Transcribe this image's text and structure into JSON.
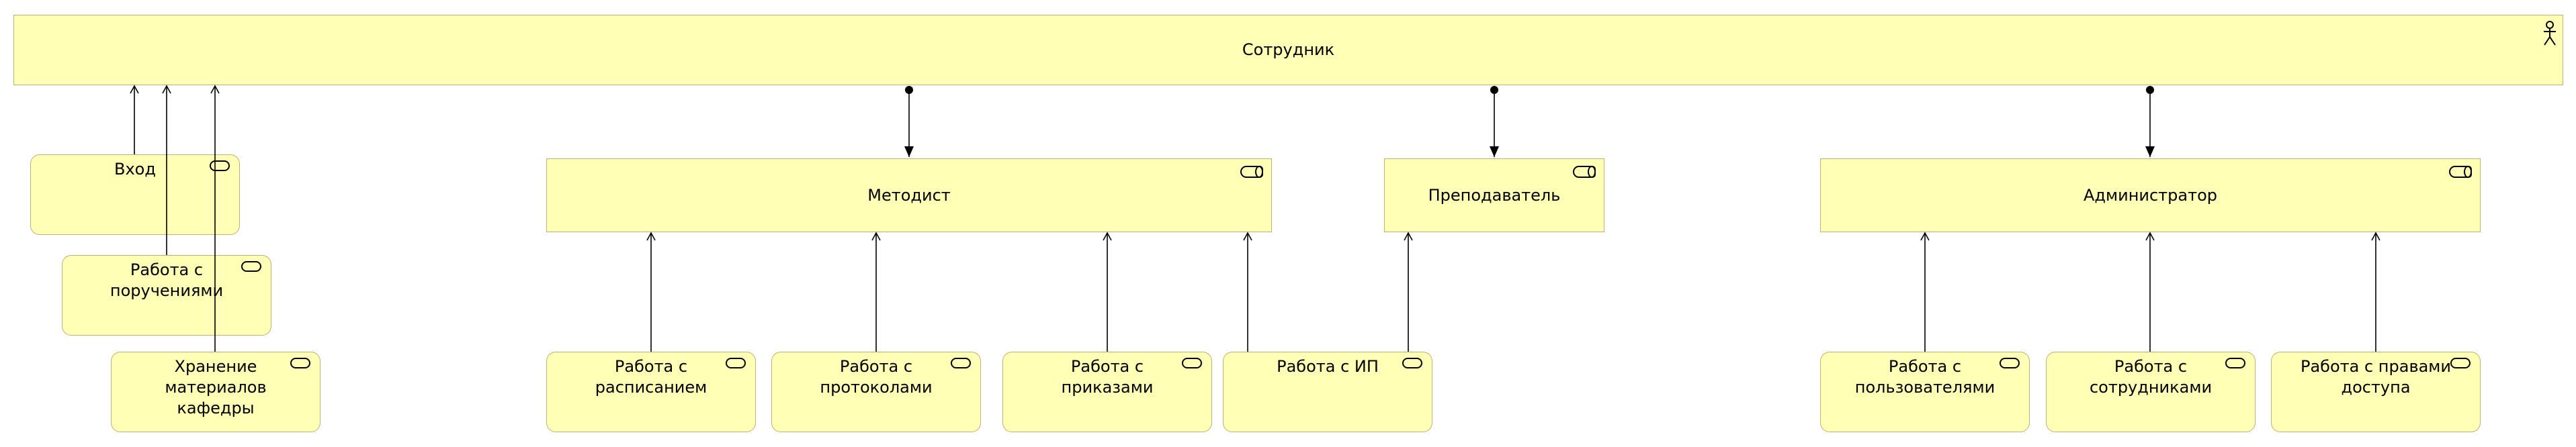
{
  "diagram": {
    "actor": {
      "id": "sotrudnik",
      "label": "Сотрудник",
      "icon": "actor-icon"
    },
    "roles": [
      {
        "id": "metodist",
        "label": "Методист",
        "icon": "role-icon"
      },
      {
        "id": "prepodavatel",
        "label": "Преподаватель",
        "icon": "role-icon"
      },
      {
        "id": "administrator",
        "label": "Администратор",
        "icon": "role-icon"
      }
    ],
    "services": [
      {
        "id": "vhod",
        "label": "Вход",
        "icon": "service-icon"
      },
      {
        "id": "rabota-s-porucheniyami",
        "label": "Работа с\nпоручениями",
        "icon": "service-icon"
      },
      {
        "id": "hranenie-materialov",
        "label": "Хранение\nматериалов\nкафедры",
        "icon": "service-icon"
      },
      {
        "id": "rabota-s-raspisaniem",
        "label": "Работа с\nрасписанием",
        "icon": "service-icon"
      },
      {
        "id": "rabota-s-protokolami",
        "label": "Работа с\nпротоколами",
        "icon": "service-icon"
      },
      {
        "id": "rabota-s-prikazami",
        "label": "Работа с\nприказами",
        "icon": "service-icon"
      },
      {
        "id": "rabota-s-ip",
        "label": "Работа с ИП",
        "icon": "service-icon"
      },
      {
        "id": "rabota-s-polzovatelyami",
        "label": "Работа с\nпользователями",
        "icon": "service-icon"
      },
      {
        "id": "rabota-s-sotrudnikami",
        "label": "Работа с\nсотрудниками",
        "icon": "service-icon"
      },
      {
        "id": "rabota-s-pravami",
        "label": "Работа с правами\nдоступа",
        "icon": "service-icon"
      }
    ],
    "relations": [
      {
        "type": "serving",
        "from": "vhod",
        "to": "sotrudnik"
      },
      {
        "type": "serving",
        "from": "rabota-s-porucheniyami",
        "to": "sotrudnik"
      },
      {
        "type": "serving",
        "from": "hranenie-materialov",
        "to": "sotrudnik"
      },
      {
        "type": "assignment",
        "from": "sotrudnik",
        "to": "metodist"
      },
      {
        "type": "assignment",
        "from": "sotrudnik",
        "to": "prepodavatel"
      },
      {
        "type": "assignment",
        "from": "sotrudnik",
        "to": "administrator"
      },
      {
        "type": "serving",
        "from": "rabota-s-raspisaniem",
        "to": "metodist"
      },
      {
        "type": "serving",
        "from": "rabota-s-protokolami",
        "to": "metodist"
      },
      {
        "type": "serving",
        "from": "rabota-s-prikazami",
        "to": "metodist"
      },
      {
        "type": "serving",
        "from": "rabota-s-ip",
        "to": "metodist"
      },
      {
        "type": "serving",
        "from": "rabota-s-ip",
        "to": "prepodavatel"
      },
      {
        "type": "serving",
        "from": "rabota-s-polzovatelyami",
        "to": "administrator"
      },
      {
        "type": "serving",
        "from": "rabota-s-sotrudnikami",
        "to": "administrator"
      },
      {
        "type": "serving",
        "from": "rabota-s-pravami",
        "to": "administrator"
      }
    ]
  }
}
